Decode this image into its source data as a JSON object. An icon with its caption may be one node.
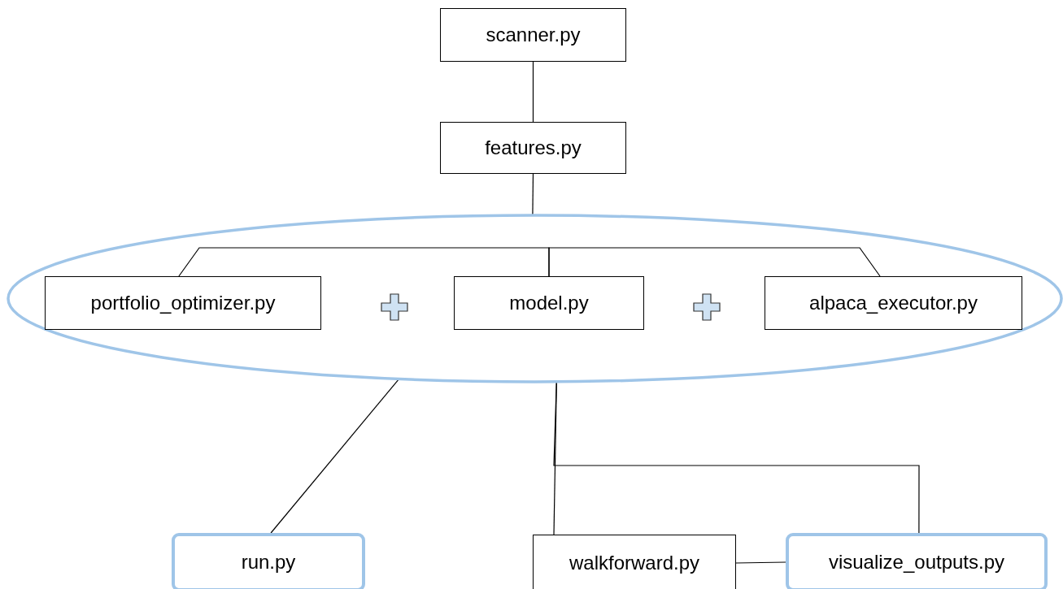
{
  "diagram": {
    "nodes": [
      {
        "text": [
          "scanner.py"
        ]
      },
      {
        "text": [
          "features.py"
        ]
      },
      {
        "text": [],
        "shape": "ellipse"
      },
      {
        "text": [
          "portfolio_optimizer.py"
        ],
        "in": 2
      },
      {
        "text": [
          "model.py"
        ],
        "in": 2
      },
      {
        "text": [
          "alpaca_executor.py"
        ],
        "in": 2
      },
      {
        "text": [
          "run.py"
        ]
      },
      {
        "text": [
          "walkforward.py"
        ]
      },
      {
        "text": [
          "visualize_outputs.py"
        ]
      }
    ],
    "edges": [
      {
        "from": 0,
        "to": 1,
        "arrow": "none"
      },
      {
        "from": 1,
        "to": 2,
        "arrow": "none"
      },
      {
        "from": 4,
        "to": 3,
        "arrow": "none"
      },
      {
        "from": 4,
        "to": 5,
        "arrow": "none"
      },
      {
        "from": 2,
        "to": 6,
        "arrow": "none"
      },
      {
        "from": 2,
        "to": 7,
        "arrow": "none"
      },
      {
        "from": 2,
        "to": 8,
        "arrow": "none"
      },
      {
        "from": 7,
        "to": 8,
        "arrow": "none"
      }
    ]
  }
}
